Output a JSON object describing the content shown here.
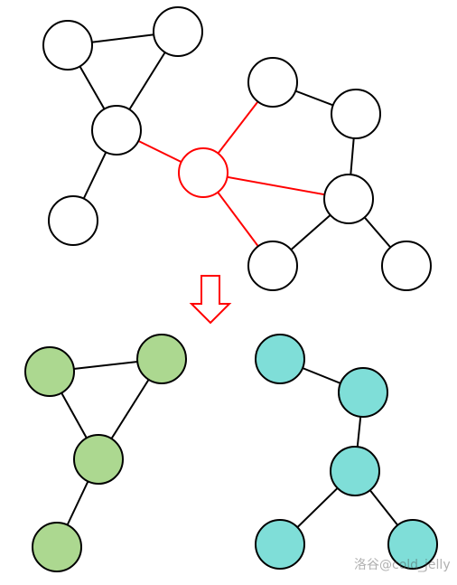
{
  "colors": {
    "background": "#ffffff",
    "node_default_fill": "#ffffff",
    "node_stroke": "#000000",
    "edge_default": "#000000",
    "cut_highlight": "#ff0000",
    "green_component_fill": "#acd890",
    "cyan_component_fill": "#7fded8"
  },
  "top_graph": {
    "nodes": [
      {
        "id": "t1"
      },
      {
        "id": "t2"
      },
      {
        "id": "t3"
      },
      {
        "id": "t4"
      },
      {
        "id": "t5",
        "highlight": true
      },
      {
        "id": "t6"
      },
      {
        "id": "t7"
      },
      {
        "id": "t8"
      },
      {
        "id": "t9"
      },
      {
        "id": "t10"
      }
    ],
    "edges": [
      {
        "from": "t1",
        "to": "t2"
      },
      {
        "from": "t1",
        "to": "t3"
      },
      {
        "from": "t2",
        "to": "t3"
      },
      {
        "from": "t3",
        "to": "t4"
      },
      {
        "from": "t3",
        "to": "t5",
        "highlight": true
      },
      {
        "from": "t5",
        "to": "t6",
        "highlight": true
      },
      {
        "from": "t5",
        "to": "t8",
        "highlight": true
      },
      {
        "from": "t5",
        "to": "t9",
        "highlight": true
      },
      {
        "from": "t6",
        "to": "t7"
      },
      {
        "from": "t7",
        "to": "t8"
      },
      {
        "from": "t8",
        "to": "t9"
      },
      {
        "from": "t8",
        "to": "t10"
      }
    ]
  },
  "arrow": {
    "icon": "down-arrow-icon"
  },
  "bottom_left_component": {
    "fill": "#acd890",
    "nodes": [
      {
        "id": "g1"
      },
      {
        "id": "g2"
      },
      {
        "id": "g3"
      },
      {
        "id": "g4"
      }
    ],
    "edges": [
      {
        "from": "g1",
        "to": "g2"
      },
      {
        "from": "g1",
        "to": "g3"
      },
      {
        "from": "g2",
        "to": "g3"
      },
      {
        "from": "g3",
        "to": "g4"
      }
    ]
  },
  "bottom_right_component": {
    "fill": "#7fded8",
    "nodes": [
      {
        "id": "c1"
      },
      {
        "id": "c2"
      },
      {
        "id": "c3"
      },
      {
        "id": "c4"
      },
      {
        "id": "c5"
      }
    ],
    "edges": [
      {
        "from": "c1",
        "to": "c2"
      },
      {
        "from": "c2",
        "to": "c3"
      },
      {
        "from": "c3",
        "to": "c4"
      },
      {
        "from": "c3",
        "to": "c5"
      }
    ]
  },
  "watermark": {
    "text": "洛谷@cold_jelly"
  }
}
